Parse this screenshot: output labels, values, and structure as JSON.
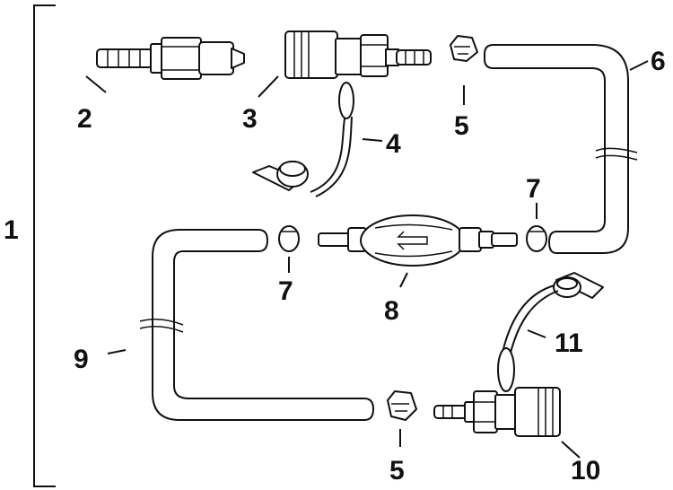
{
  "labels": {
    "l1": "1",
    "l2": "2",
    "l3": "3",
    "l4": "4",
    "l5a": "5",
    "l5b": "5",
    "l6": "6",
    "l7a": "7",
    "l7b": "7",
    "l8": "8",
    "l9": "9",
    "l10": "10",
    "l11": "11"
  },
  "colors": {
    "line": "#111111",
    "fill": "#ffffff"
  }
}
